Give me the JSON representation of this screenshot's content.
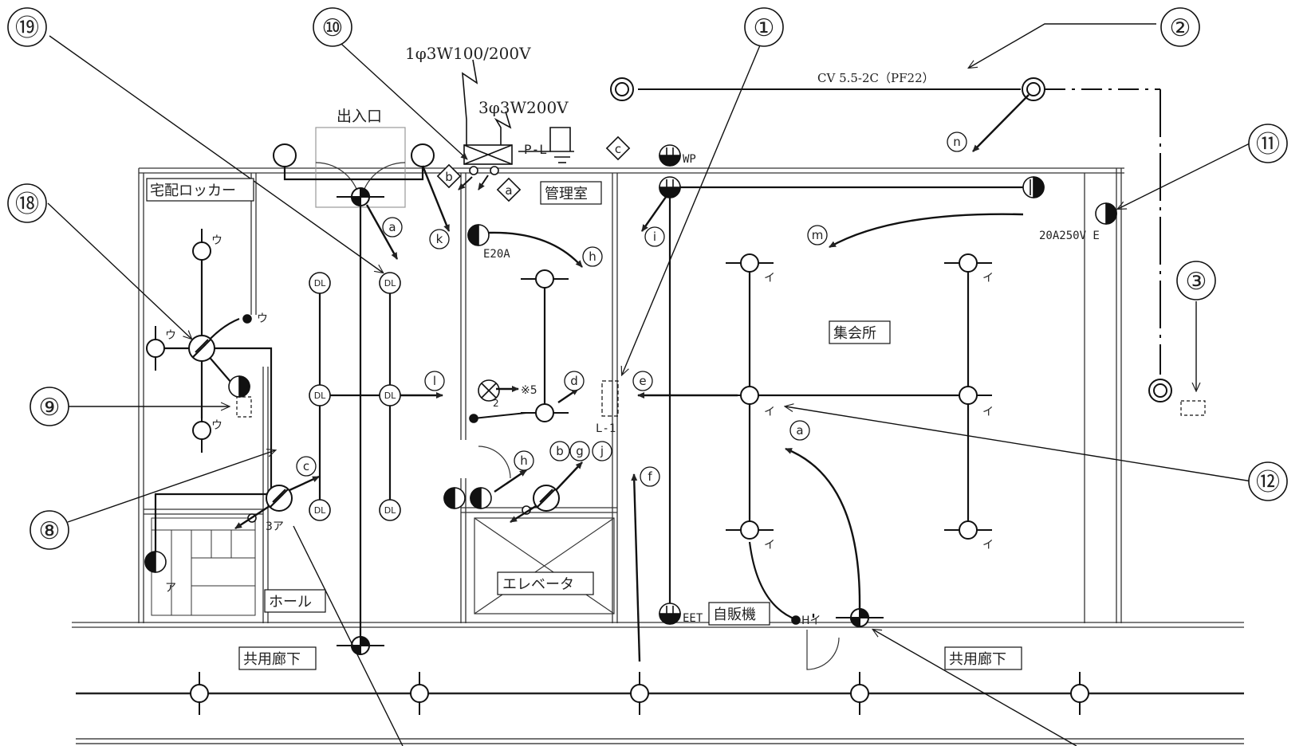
{
  "title_labels": {
    "supply_1p": "1φ3W100/200V",
    "supply_3p": "3φ3W200V",
    "cable": "CV 5.5-2C（PF22）",
    "outlet_rating": "20A250V E"
  },
  "rooms": {
    "entrance": "出入口",
    "locker": "宅配ロッカー",
    "office": "管理室",
    "hall_meeting": "集会所",
    "hall": "ホール",
    "elevator": "エレベータ",
    "vending": "自販機",
    "corridor_left": "共用廊下",
    "corridor_right": "共用廊下"
  },
  "panels": {
    "power": "P-L",
    "lighting": "L-1"
  },
  "callouts": [
    "⑲",
    "⑩",
    "①",
    "②",
    "⑱",
    "⑪",
    "③",
    "⑨",
    "⑫",
    "⑧"
  ],
  "diamond_tags": [
    "b",
    "a",
    "c"
  ],
  "circle_tags": {
    "a_left": "a",
    "k": "k",
    "h_top": "h",
    "i": "i",
    "n": "n",
    "m": "m",
    "l": "l",
    "d": "d",
    "e": "e",
    "a_right": "a",
    "c": "c",
    "h_bottom": "h",
    "b": "b",
    "g": "g",
    "j": "j",
    "f": "f"
  },
  "device_marks": {
    "dl": "DL",
    "u": "ウ",
    "i_kana": "イ",
    "a_kana": "ア",
    "three_a": "3ア",
    "h_i": "Hイ",
    "wp": "WP",
    "eet": "EET",
    "e20a": "E20A",
    "star_note": "※5",
    "two": "2"
  }
}
